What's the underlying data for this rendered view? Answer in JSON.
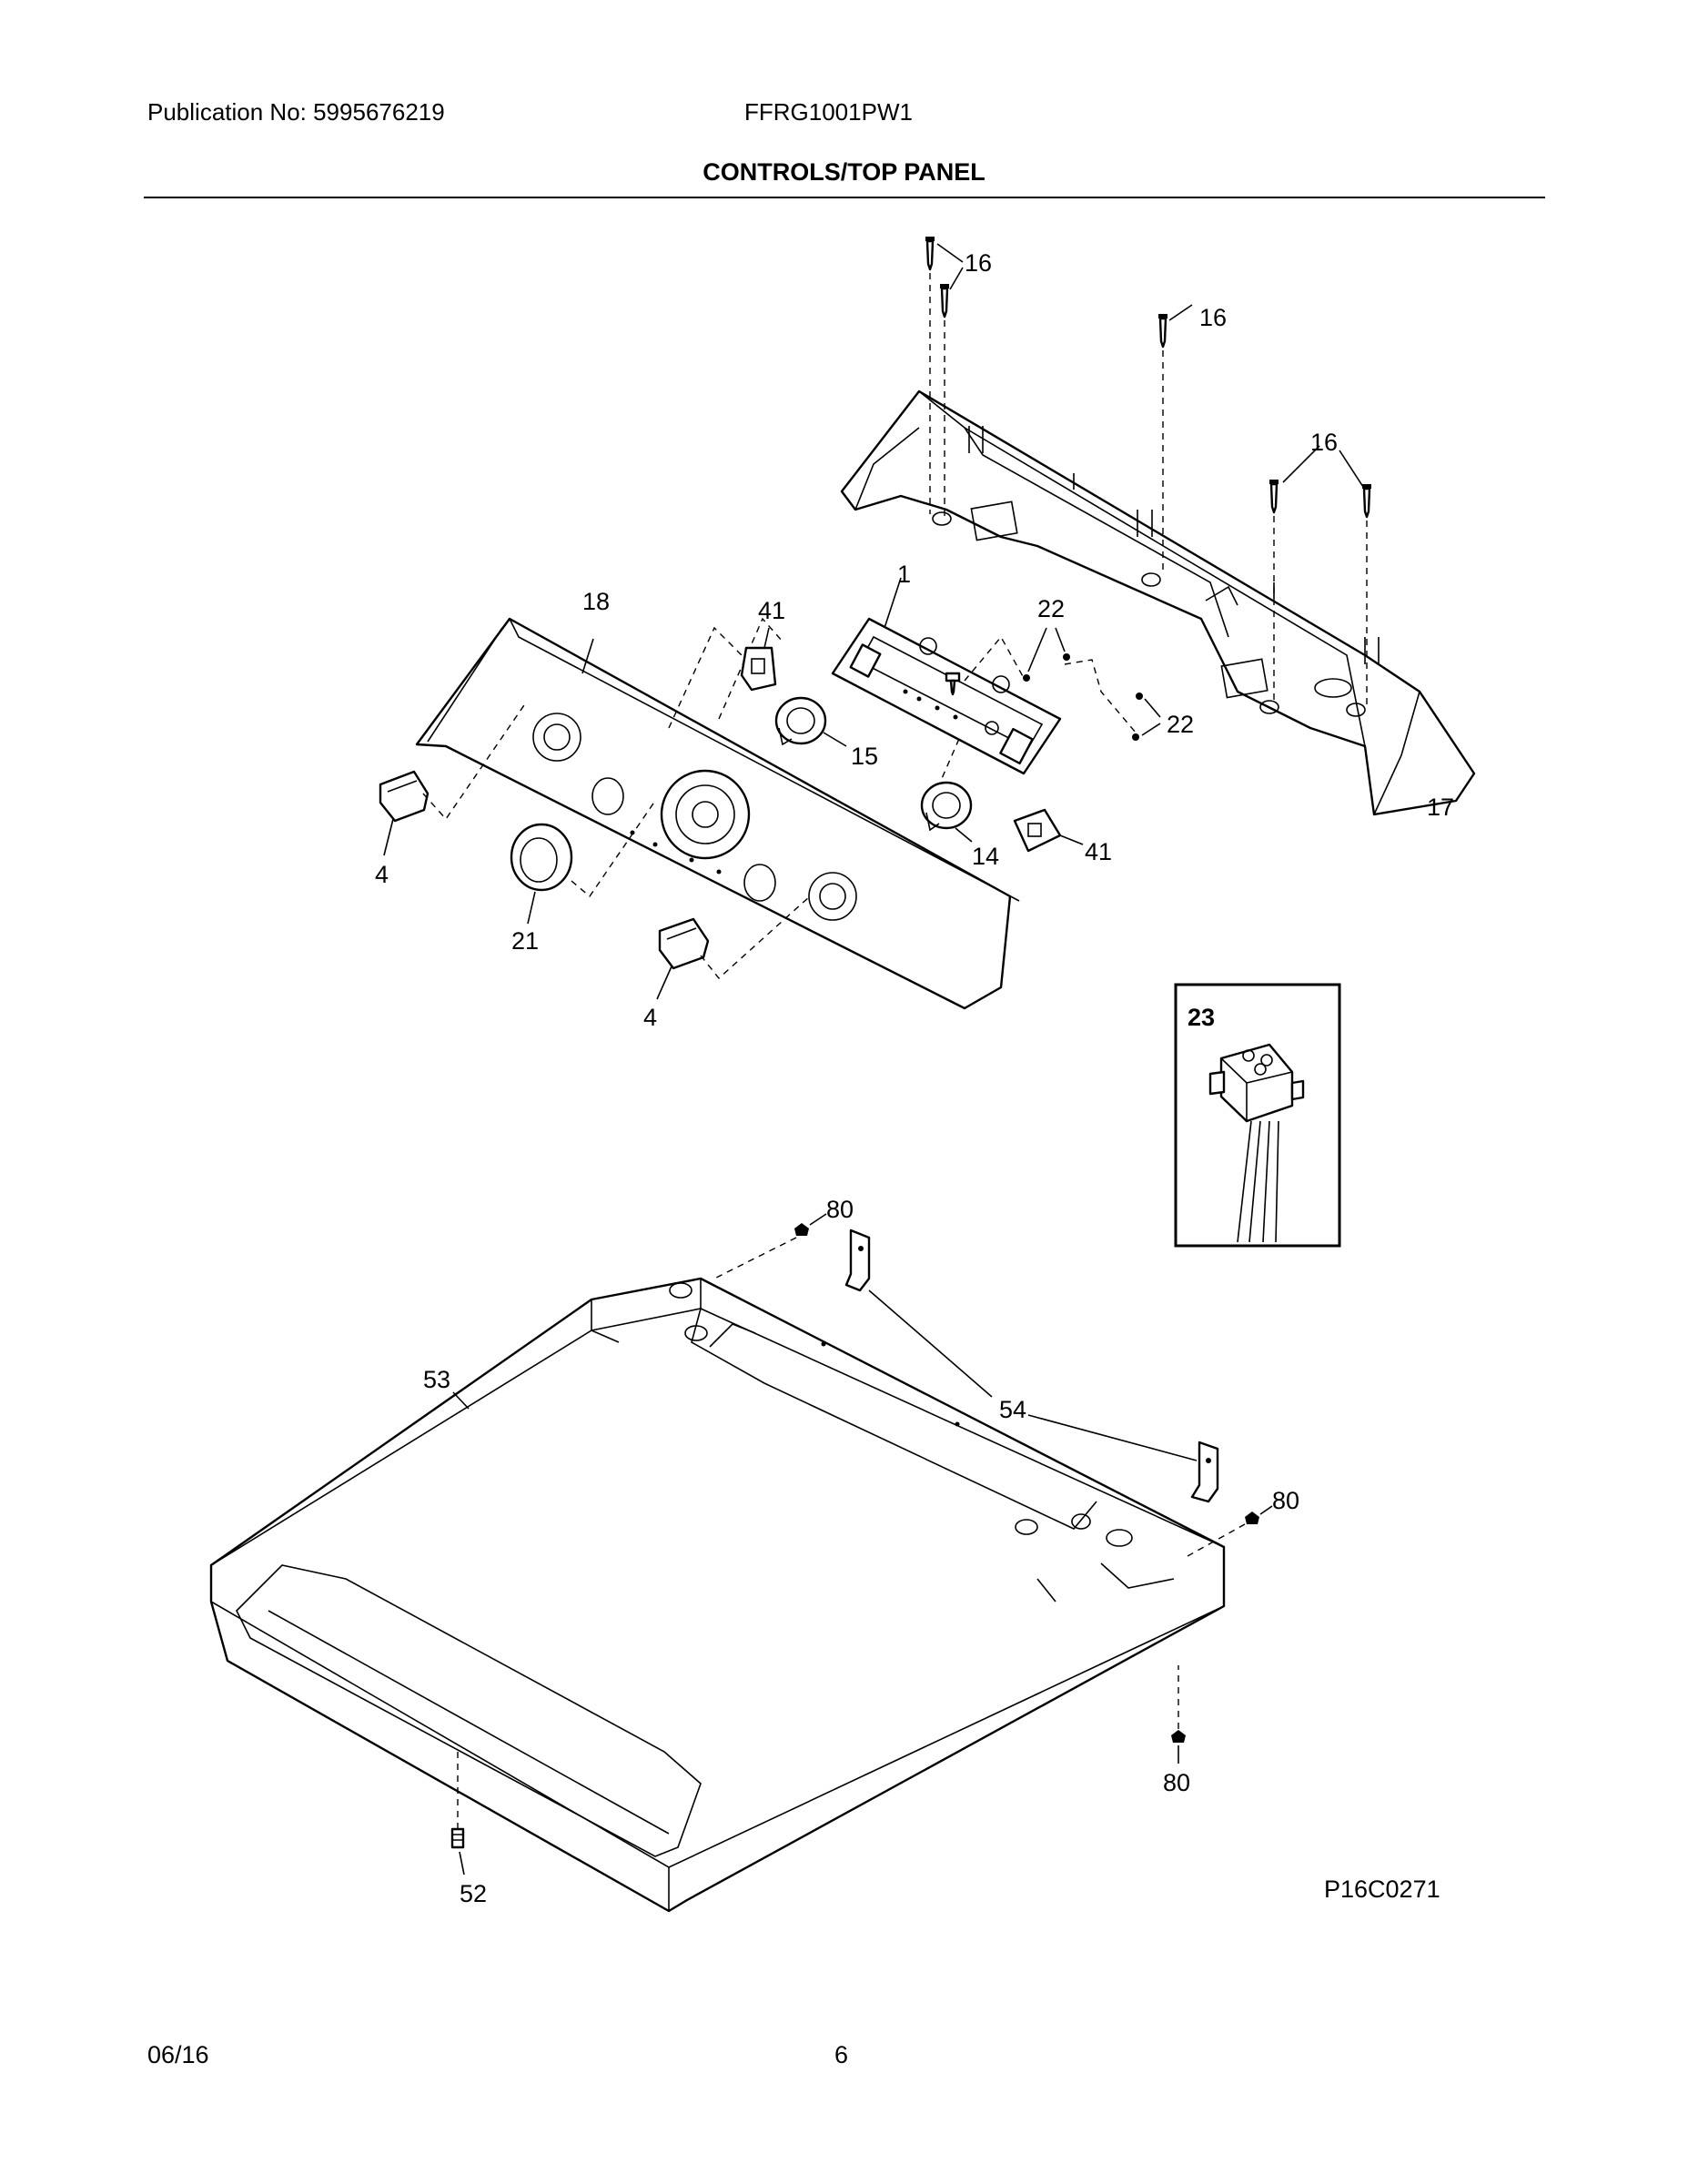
{
  "header": {
    "publication": "Publication No: 5995676219",
    "model": "FFRG1001PW1",
    "section_title": "CONTROLS/TOP PANEL"
  },
  "footer": {
    "date": "06/16",
    "page": "6"
  },
  "drawing_code": "P16C0271",
  "callouts": {
    "c1": "1",
    "c4a": "4",
    "c4b": "4",
    "c14": "14",
    "c15": "15",
    "c16a": "16",
    "c16b": "16",
    "c16c": "16",
    "c17": "17",
    "c18": "18",
    "c21": "21",
    "c22a": "22",
    "c22b": "22",
    "c23": "23",
    "c41a": "41",
    "c41b": "41",
    "c52": "52",
    "c53": "53",
    "c54": "54",
    "c80a": "80",
    "c80b": "80",
    "c80c": "80"
  }
}
